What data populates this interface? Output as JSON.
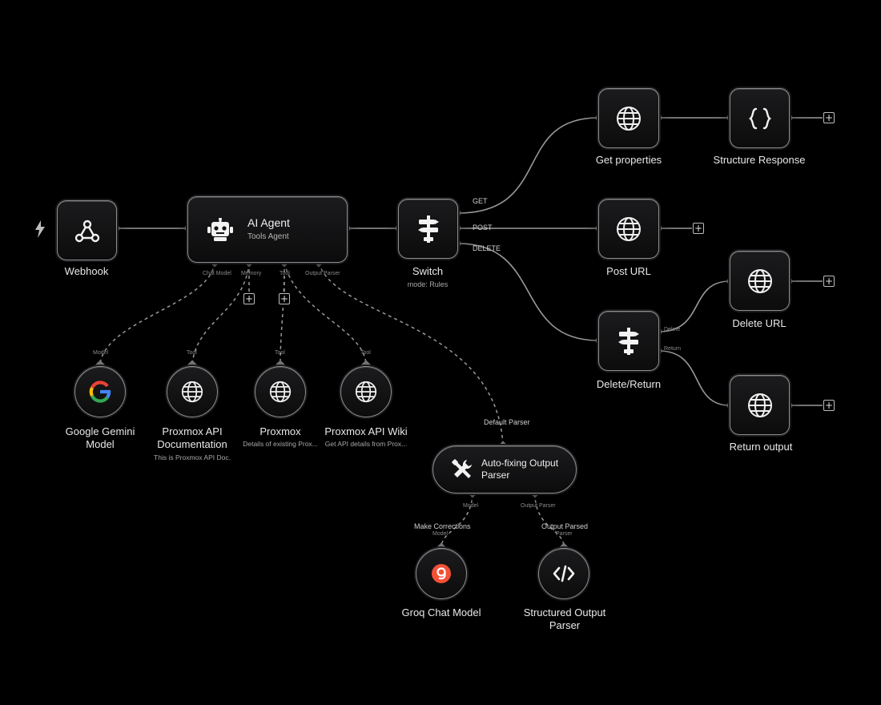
{
  "nodes": {
    "webhook": {
      "label": "Webhook",
      "icon": "webhook-icon"
    },
    "ai_agent": {
      "title": "AI Agent",
      "subtitle": "Tools Agent",
      "icon": "robot-icon",
      "ports": [
        "Chat Model",
        "Memory",
        "Tool",
        "Output Parser"
      ]
    },
    "switch": {
      "label": "Switch",
      "subtitle": "mode: Rules",
      "icon": "switch-icon",
      "outputs": [
        "GET",
        "POST",
        "DELETE"
      ]
    },
    "get_properties": {
      "label": "Get properties",
      "icon": "globe-icon"
    },
    "structure_response": {
      "label": "Structure Response",
      "icon": "braces-icon"
    },
    "post_url": {
      "label": "Post URL",
      "icon": "globe-icon"
    },
    "delete_return": {
      "label": "Delete/Return",
      "icon": "switch-icon",
      "outputs": [
        "Delete",
        "Return"
      ]
    },
    "delete_url": {
      "label": "Delete URL",
      "icon": "globe-icon"
    },
    "return_output": {
      "label": "Return output",
      "icon": "globe-icon"
    },
    "gemini": {
      "label_l1": "Google Gemini",
      "label_l2": "Model",
      "port": "Model",
      "icon": "google-icon"
    },
    "proxmox_api_doc": {
      "label_l1": "Proxmox API",
      "label_l2": "Documentation",
      "subtitle": "This is Proxmox API Doc.",
      "port": "Tool",
      "icon": "globe-icon"
    },
    "proxmox": {
      "label": "Proxmox",
      "subtitle": "Details of existing Prox...",
      "port": "Tool",
      "icon": "globe-icon"
    },
    "proxmox_wiki": {
      "label": "Proxmox API Wiki",
      "subtitle": "Get API details from Prox...",
      "port": "Tool",
      "icon": "globe-icon"
    },
    "autofix": {
      "title_l1": "Auto-fixing Output",
      "title_l2": "Parser",
      "input_label": "Default Parser",
      "icon": "tools-icon",
      "ports": [
        "Model",
        "Output Parser"
      ]
    },
    "groq": {
      "label": "Groq Chat Model",
      "port_label": "Make Corrections",
      "port": "Model",
      "icon": "groq-icon"
    },
    "structured_parser": {
      "label_l1": "Structured Output",
      "label_l2": "Parser",
      "port_label": "Output Parsed",
      "port": "Parser",
      "icon": "code-icon"
    }
  },
  "plus_symbol": "+",
  "trigger_icon": "lightning-icon",
  "colors": {
    "background": "#000000",
    "wire": "#9a9a9a",
    "node_border": "#8e8e93"
  }
}
